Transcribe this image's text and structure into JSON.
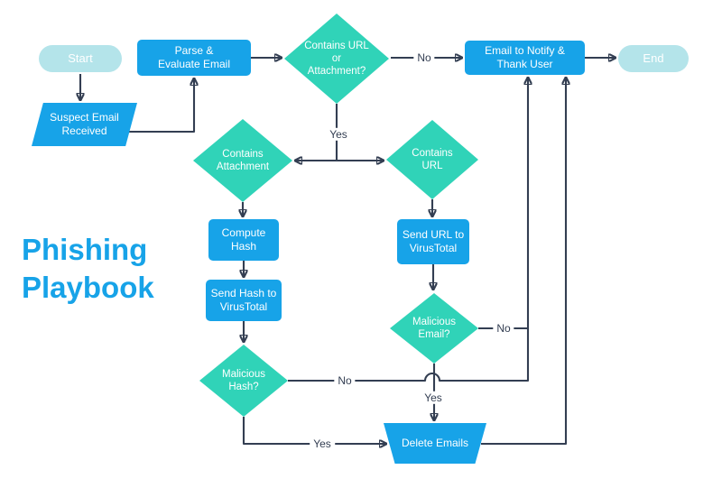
{
  "title": {
    "line1": "Phishing",
    "line2": "Playbook"
  },
  "nodes": {
    "start": {
      "label": "Start",
      "shape": "pill"
    },
    "suspect_email": {
      "label": "Suspect Email Received",
      "shape": "parallelogram"
    },
    "parse_evaluate": {
      "label": "Parse & Evaluate Email",
      "shape": "rect"
    },
    "contains_url_or_attachment": {
      "label": "Contains URL or Attachment?",
      "shape": "diamond"
    },
    "email_notify": {
      "label": "Email to Notify & Thank User",
      "shape": "rect"
    },
    "end": {
      "label": "End",
      "shape": "pill"
    },
    "contains_attachment": {
      "label": "Contains Attachment",
      "shape": "diamond"
    },
    "contains_url": {
      "label": "Contains URL",
      "shape": "diamond"
    },
    "compute_hash": {
      "label": "Compute Hash",
      "shape": "rect"
    },
    "send_hash": {
      "label": "Send Hash to VirusTotal",
      "shape": "rect"
    },
    "malicious_hash": {
      "label": "Malicious Hash?",
      "shape": "diamond"
    },
    "send_url": {
      "label": "Send URL to VirusTotal",
      "shape": "rect"
    },
    "malicious_email": {
      "label": "Malicious Email?",
      "shape": "diamond"
    },
    "delete_emails": {
      "label": "Delete Emails",
      "shape": "trapezoid"
    }
  },
  "edge_labels": {
    "url_attachment_no": "No",
    "url_attachment_yes": "Yes",
    "malicious_hash_no": "No",
    "malicious_hash_yes": "Yes",
    "malicious_email_no": "No",
    "malicious_email_yes": "Yes"
  },
  "colors": {
    "rect_blue": "#17a3e8",
    "diamond_teal": "#30d3b8",
    "pill_light": "#b4e4ea",
    "arrow": "#333e52",
    "title_blue": "#17a3e8",
    "background": "#ffffff"
  }
}
